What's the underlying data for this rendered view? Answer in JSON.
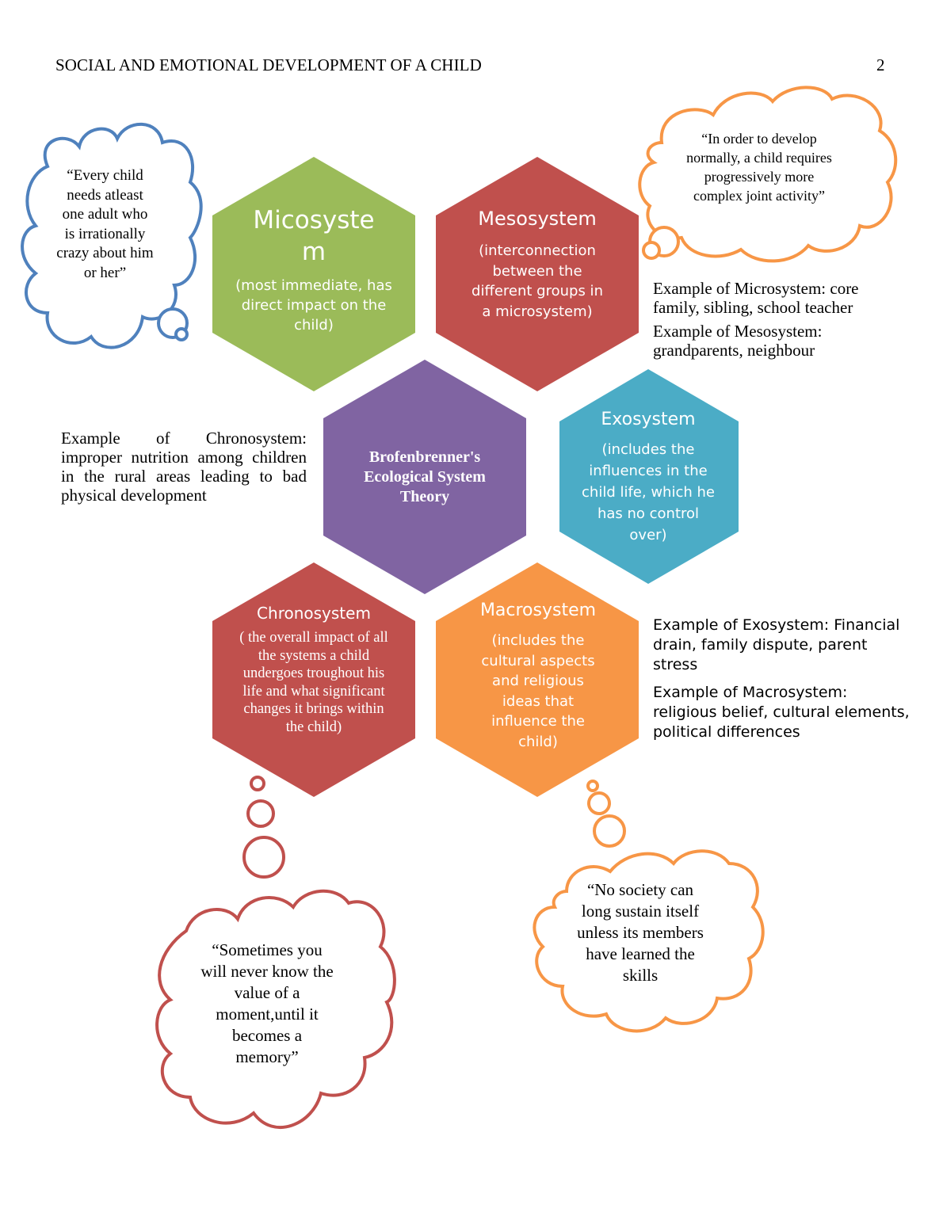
{
  "header": {
    "running_title": "SOCIAL AND EMOTIONAL DEVELOPMENT OF A CHILD",
    "page_number": "2"
  },
  "hexagons": {
    "microsystem": {
      "title": "Micosyste m",
      "title_line1": "Micosyste",
      "title_line2": "m",
      "description": "(most immediate, has direct impact on the child)",
      "color": "#9BBB59"
    },
    "mesosystem": {
      "title": "Mesosystem",
      "description": "(interconnection between the different groups in a microsystem)",
      "color": "#C0504D"
    },
    "center": {
      "title": "Brofenbrenner's Ecological System Theory",
      "color": "#8064A2"
    },
    "exosystem": {
      "title": "Exosystem",
      "description": "(includes the influences in the child life, which he has no control over)",
      "color": "#4BACC6"
    },
    "chronosystem": {
      "title": "Chronosystem",
      "description": "( the overall impact of all the systems a child undergoes troughout his life and what significant changes it brings within the child)",
      "color": "#C0504D"
    },
    "macrosystem": {
      "title": "Macrosystem",
      "description": "(includes the cultural aspects and religious ideas that influence the child)",
      "color": "#F79646"
    }
  },
  "clouds": {
    "top_left": {
      "quote": "“Every child needs atleast one adult who is irrationally crazy about him or her”",
      "color": "#4F81BD"
    },
    "top_right": {
      "quote": "“In order to develop normally, a child requires progressively more complex joint activity”",
      "color": "#F79646"
    },
    "bottom_left": {
      "quote": "“Sometimes you will never know the value of a moment,until it becomes a memory”",
      "color": "#C0504D"
    },
    "bottom_right": {
      "quote": "“No society can long sustain itself unless its members have learned the skills",
      "color": "#F79646"
    }
  },
  "examples": {
    "microsystem": "Example of Microsystem: core family, sibling, school teacher",
    "mesosystem": "Example of Mesosystem: grandparents, neighbour",
    "chronosystem": "Example of Chronosystem: improper nutrition among children in the rural areas leading to bad physical development",
    "exosystem": "Example of Exosystem: Financial drain, family dispute, parent stress",
    "macrosystem": "Example of Macrosystem: religious belief, cultural elements, political differences"
  }
}
